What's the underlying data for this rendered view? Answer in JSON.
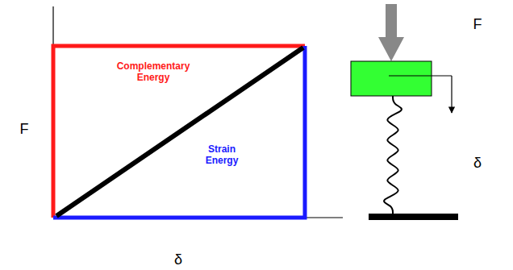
{
  "diagram": {
    "labels": [
      "F",
      "Complementary Energy",
      "Strain Energy",
      "δ",
      "F",
      "δ"
    ]
  }
}
